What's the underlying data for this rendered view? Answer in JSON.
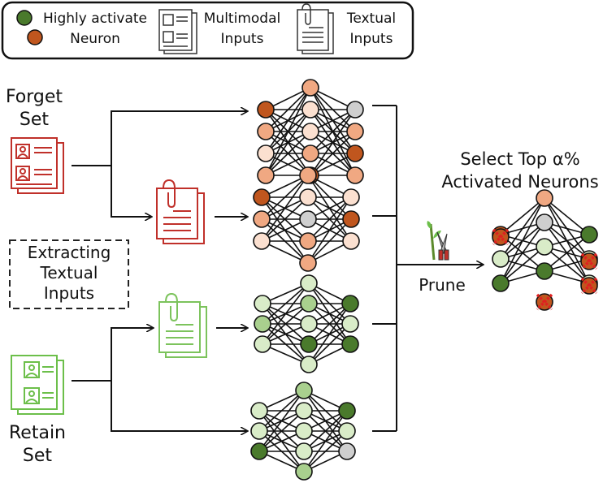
{
  "legend": {
    "neuron_label_line1": "Highly activate",
    "neuron_label_line2": "Neuron",
    "multimodal_line1": "Multimodal",
    "multimodal_line2": "Inputs",
    "textual_line1": "Textual",
    "textual_line2": "Inputs"
  },
  "forget_set": {
    "line1": "Forget",
    "line2": "Set"
  },
  "retain_set": {
    "line1": "Retain",
    "line2": "Set"
  },
  "extract_box": {
    "line1": "Extracting",
    "line2": "Textual",
    "line3": "Inputs"
  },
  "prune_label": "Prune",
  "select_title": {
    "line1": "Select Top α%",
    "line2": "Activated Neurons"
  },
  "colors": {
    "orange_dark": "#c0561e",
    "orange_mid": "#f0a882",
    "orange_light": "#fbe0d0",
    "green_dark": "#4a7a2c",
    "green_mid": "#a9d08e",
    "green_light": "#d9ecc8",
    "gray": "#cfcfcf",
    "red_icon": "#c0302a",
    "green_icon": "#6cbf4a",
    "prune_mark": "#e02020"
  }
}
